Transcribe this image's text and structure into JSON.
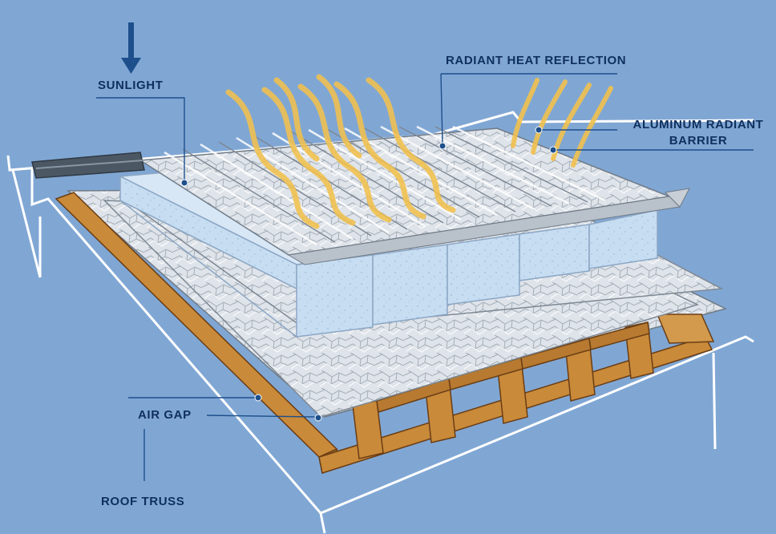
{
  "labels": {
    "sunlight": "SUNLIGHT",
    "radiant_heat_reflection": "RADIANT HEAT REFLECTION",
    "aluminum_radiant_barrier_line1": "ALUMINUM RADIANT",
    "aluminum_radiant_barrier_line2": "BARRIER",
    "air_gap": "AIR GAP",
    "roof_truss": "ROOF TRUSS"
  },
  "colors": {
    "background": "#80a7d4",
    "outline": "#ffffff",
    "wood": "#c98a3a",
    "wood_dark": "#7a4a1a",
    "insulation": "#c6ddf2",
    "foil": "#dfe4ea",
    "foil_dark": "#9aa3ad",
    "heat_waves": "#f2c14e",
    "callout_line": "#1d4f8c",
    "text": "#0f2f5c"
  }
}
